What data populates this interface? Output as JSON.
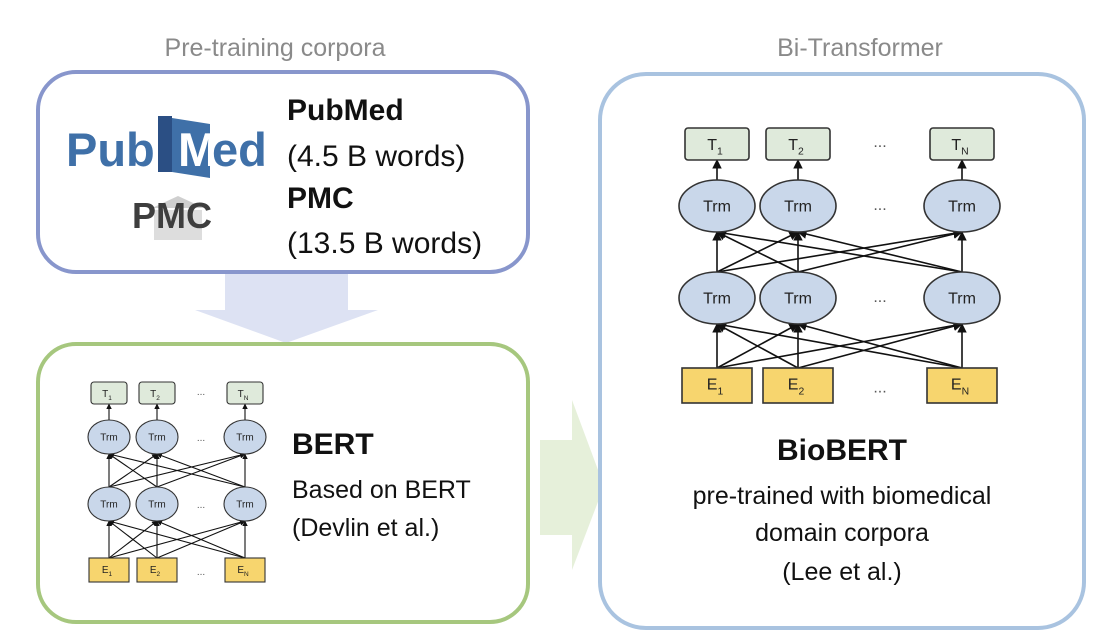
{
  "headings": {
    "left": "Pre-training corpora",
    "right": "Bi-Transformer"
  },
  "corpora": {
    "pubmed_name": "PubMed",
    "pubmed_size": "(4.5 B words)",
    "pmc_name": "PMC",
    "pmc_size": "(13.5 B words)",
    "logo_pubmed": "PubMed",
    "logo_pmc": "PMC"
  },
  "bert": {
    "title": "BERT",
    "line1": "Based on BERT",
    "line2": "(Devlin et al.)"
  },
  "biobert": {
    "title": "BioBERT",
    "line1": "pre-trained with biomedical",
    "line2": "domain corpora",
    "line3": "(Lee et al.)"
  },
  "network": {
    "output_labels": [
      "T1",
      "T2",
      "TN"
    ],
    "hidden_label": "Trm",
    "input_labels": [
      "E1",
      "E2",
      "EN"
    ],
    "ellipsis": "..."
  },
  "colors": {
    "corpora_border": "#8896cc",
    "bert_border": "#a6c77e",
    "biobert_border": "#a9c3e0",
    "down_arrow": "#dde2f3",
    "right_arrow": "#e6f0da",
    "output_fill": "#dfeadb",
    "trm_fill": "#c9d7ea",
    "input_fill": "#f7d56e"
  }
}
